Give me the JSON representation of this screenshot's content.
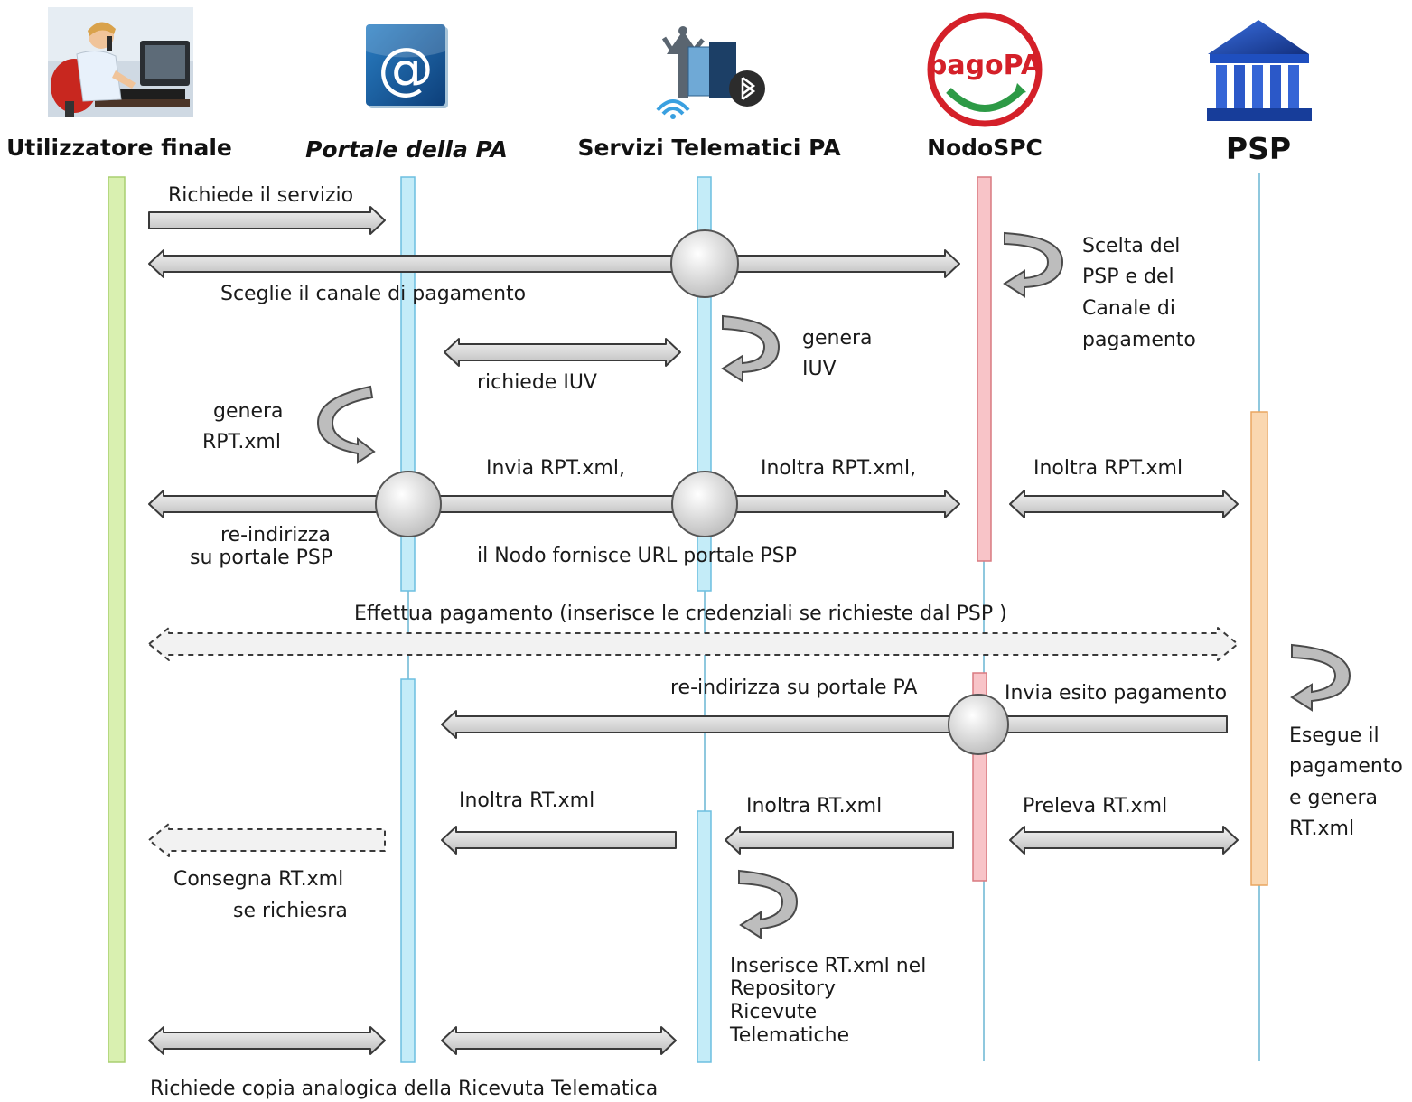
{
  "actors": [
    {
      "id": "utente",
      "name": "Utilizzatore finale",
      "icon": "person-at-computer-icon"
    },
    {
      "id": "portale",
      "name": "Portale della PA",
      "icon": "at-sign-icon"
    },
    {
      "id": "servizi",
      "name": "Servizi Telematici PA",
      "icon": "network-services-icon"
    },
    {
      "id": "nodo",
      "name": "NodoSPC",
      "icon": "pagopa-logo-icon"
    },
    {
      "id": "psp",
      "name": "PSP",
      "icon": "bank-icon"
    }
  ],
  "logo_text": "pagoPA",
  "messages": {
    "richiede_servizio": "Richiede il servizio",
    "sceglie_canale": "Sceglie il  canale  di pagamento",
    "scelta_psp": [
      "Scelta del",
      "PSP e del",
      "Canale  di",
      "pagamento"
    ],
    "genera_iuv": [
      "genera",
      "IUV"
    ],
    "richiede_iuv": "richiede IUV",
    "genera_rpt": [
      "genera",
      "RPT.xml"
    ],
    "invia_rpt": "Invia RPT.xml,",
    "inoltra_rpt_virgola": "Inoltra RPT.xml,",
    "inoltra_rpt": "Inoltra RPT.xml",
    "reindirizza_psp": [
      "re-indirizza",
      "su portale PSP"
    ],
    "nodo_url": "il Nodo fornisce URL portale PSP",
    "effettua_pagamento": "Effettua pagamento (inserisce le credenziali se richieste dal PSP )",
    "reindirizza_pa": "re-indirizza su portale PA",
    "invia_esito": "Invia esito pagamento",
    "esegue_pagamento": [
      "Esegue il",
      "pagamento",
      "e genera",
      "RT.xml"
    ],
    "inoltra_rt_1": "Inoltra RT.xml",
    "inoltra_rt_2": "Inoltra RT.xml",
    "preleva_rt": "Preleva RT.xml",
    "consegna_rt": [
      "Consegna RT.xml",
      "se richiesra"
    ],
    "inserisce_rt": [
      "Inserisce  RT.xml nel",
      "Repository",
      "Ricevute",
      "Telematiche"
    ],
    "richiede_copia": "Richiede copia analogica della Ricevuta Telematica"
  },
  "colors": {
    "utente_bar": "#d9f0b0",
    "portale_bar": "#c4ecf8",
    "servizi_bar": "#c4ecf8",
    "nodo_bar": "#f8c4c8",
    "psp_bar": "#fad7b0",
    "lifeline": "#8fc8de",
    "arrow_fill": "#d4d4d4",
    "arrow_stroke": "#3a3a3a",
    "pagopa_red": "#d42029",
    "pagopa_green": "#2d9a46",
    "bank_blue": "#1f4fbf"
  }
}
